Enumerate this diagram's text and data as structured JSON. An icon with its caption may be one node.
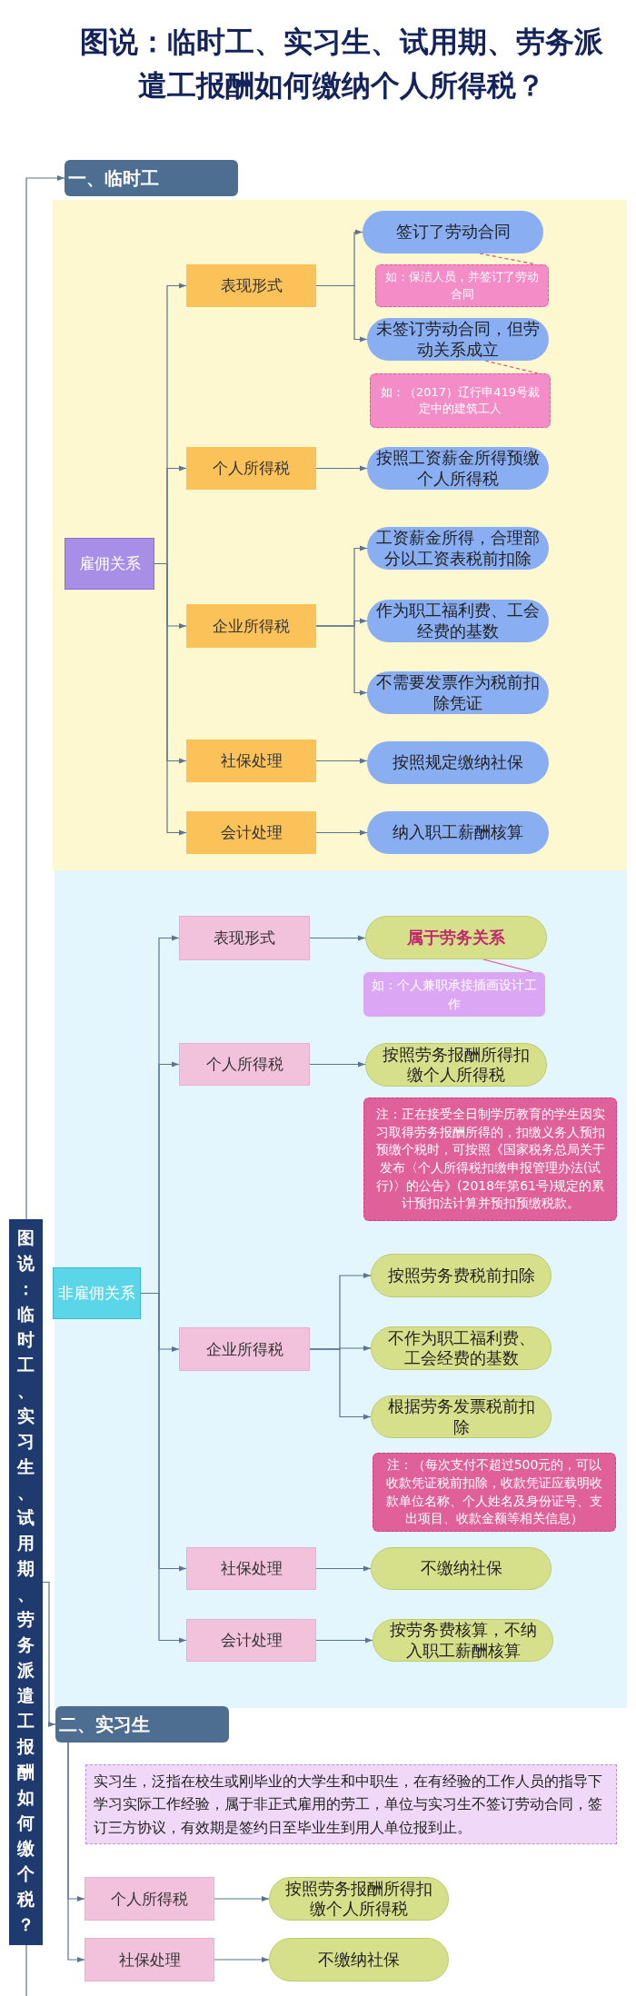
{
  "diagram": {
    "title": "图说：临时工、实习生、试用期、劳务派遣工报酬如何缴纳个人所得税？",
    "nodes": [
      {
        "text": [
          "图说：临时工、实习生、试用期、劳务派遣工报酬如何缴个税？"
        ]
      },
      {
        "text": [
          "一、临时工"
        ]
      },
      {
        "text": [
          "雇佣关系"
        ]
      },
      {
        "text": [
          "表现形式"
        ]
      },
      {
        "text": [
          "签订了劳动合同"
        ]
      },
      {
        "text": [
          "如：保洁人员，并签订了劳动合同"
        ]
      },
      {
        "text": [
          "未签订劳动合同，但劳动关系成立"
        ]
      },
      {
        "text": [
          "如：（2017）辽行申419号裁定中的建筑工人"
        ]
      },
      {
        "text": [
          "个人所得税"
        ]
      },
      {
        "text": [
          "按照工资薪金所得预缴个人所得税"
        ]
      },
      {
        "text": [
          "企业所得税"
        ]
      },
      {
        "text": [
          "工资薪金所得，合理部分以工资表税前扣除"
        ]
      },
      {
        "text": [
          "作为职工福利费、工会经费的基数"
        ]
      },
      {
        "text": [
          "不需要发票作为税前扣除凭证"
        ]
      },
      {
        "text": [
          "社保处理"
        ]
      },
      {
        "text": [
          "按照规定缴纳社保"
        ]
      },
      {
        "text": [
          "会计处理"
        ]
      },
      {
        "text": [
          "纳入职工薪酬核算"
        ]
      },
      {
        "text": [
          "非雇佣关系"
        ]
      },
      {
        "text": [
          "表现形式"
        ]
      },
      {
        "text": [
          "属于劳务关系"
        ]
      },
      {
        "text": [
          "如：个人兼职承接插画设计工作"
        ]
      },
      {
        "text": [
          "个人所得税"
        ]
      },
      {
        "text": [
          "按照劳务报酬所得扣缴个人所得税"
        ]
      },
      {
        "text": [
          "注：正在接受全日制学历教育的学生因实习取得劳务报酬所得的，扣缴义务人预扣预缴个税时，可按照《国家税务总局关于发布〈个人所得税扣缴申报管理办法(试行)〉的公告》(2018年第61号)规定的累计预扣法计算并预扣预缴税款。"
        ]
      },
      {
        "text": [
          "企业所得税"
        ]
      },
      {
        "text": [
          "按照劳务费税前扣除"
        ]
      },
      {
        "text": [
          "不作为职工福利费、工会经费的基数"
        ]
      },
      {
        "text": [
          "根据劳务发票税前扣除"
        ]
      },
      {
        "text": [
          "注：（每次支付不超过500元的，可以收款凭证税前扣除，收款凭证应载明收款单位名称、个人姓名及身份证号、支出项目、收款金额等相关信息）"
        ]
      },
      {
        "text": [
          "社保处理"
        ]
      },
      {
        "text": [
          "不缴纳社保"
        ]
      },
      {
        "text": [
          "会计处理"
        ]
      },
      {
        "text": [
          "按劳务费核算，不纳入职工薪酬核算"
        ]
      },
      {
        "text": [
          "二、实习生"
        ]
      },
      {
        "text": [
          "实习生，泛指在校生或刚毕业的大学生和中职生，在有经验的工作人员的指导下学习实际工作经验，属于非正式雇用的劳工，单位与实习生不签订劳动合同，签订三方协议，有效期是签约日至毕业生到用人单位报到止。"
        ]
      },
      {
        "text": [
          "个人所得税"
        ]
      },
      {
        "text": [
          "按照劳务报酬所得扣缴个人所得税"
        ]
      },
      {
        "text": [
          "社保处理"
        ]
      },
      {
        "text": [
          "不缴纳社保"
        ]
      }
    ],
    "edges": [
      {
        "from": 0,
        "to": 1,
        "arrow": "to"
      },
      {
        "from": 0,
        "to": 34,
        "arrow": "to"
      },
      {
        "from": 2,
        "to": 3,
        "arrow": "to"
      },
      {
        "from": 2,
        "to": 8,
        "arrow": "to"
      },
      {
        "from": 2,
        "to": 10,
        "arrow": "to"
      },
      {
        "from": 2,
        "to": 14,
        "arrow": "to"
      },
      {
        "from": 2,
        "to": 16,
        "arrow": "to"
      },
      {
        "from": 3,
        "to": 4,
        "arrow": "to"
      },
      {
        "from": 3,
        "to": 6,
        "arrow": "to"
      },
      {
        "from": 4,
        "to": 5,
        "arrow": "none",
        "style": "dashed",
        "color": "#e0507a"
      },
      {
        "from": 6,
        "to": 7,
        "arrow": "none",
        "style": "dashed",
        "color": "#e0507a"
      },
      {
        "from": 8,
        "to": 9,
        "arrow": "to"
      },
      {
        "from": 10,
        "to": 11,
        "arrow": "to"
      },
      {
        "from": 10,
        "to": 12,
        "arrow": "to"
      },
      {
        "from": 10,
        "to": 13,
        "arrow": "to"
      },
      {
        "from": 14,
        "to": 15,
        "arrow": "to"
      },
      {
        "from": 16,
        "to": 17,
        "arrow": "to"
      },
      {
        "from": 18,
        "to": 19,
        "arrow": "to"
      },
      {
        "from": 18,
        "to": 22,
        "arrow": "to"
      },
      {
        "from": 18,
        "to": 25,
        "arrow": "to"
      },
      {
        "from": 18,
        "to": 30,
        "arrow": "to"
      },
      {
        "from": 18,
        "to": 32,
        "arrow": "to"
      },
      {
        "from": 19,
        "to": 20,
        "arrow": "to"
      },
      {
        "from": 20,
        "to": 21,
        "arrow": "none",
        "color": "#e0509a"
      },
      {
        "from": 22,
        "to": 23,
        "arrow": "to"
      },
      {
        "from": 25,
        "to": 26,
        "arrow": "to"
      },
      {
        "from": 25,
        "to": 27,
        "arrow": "to"
      },
      {
        "from": 25,
        "to": 28,
        "arrow": "to"
      },
      {
        "from": 30,
        "to": 31,
        "arrow": "to"
      },
      {
        "from": 32,
        "to": 33,
        "arrow": "to"
      },
      {
        "from": 34,
        "to": 36,
        "arrow": "to"
      },
      {
        "from": 34,
        "to": 38,
        "arrow": "to"
      },
      {
        "from": 36,
        "to": 37,
        "arrow": "to"
      },
      {
        "from": 38,
        "to": 39,
        "arrow": "to"
      }
    ]
  }
}
